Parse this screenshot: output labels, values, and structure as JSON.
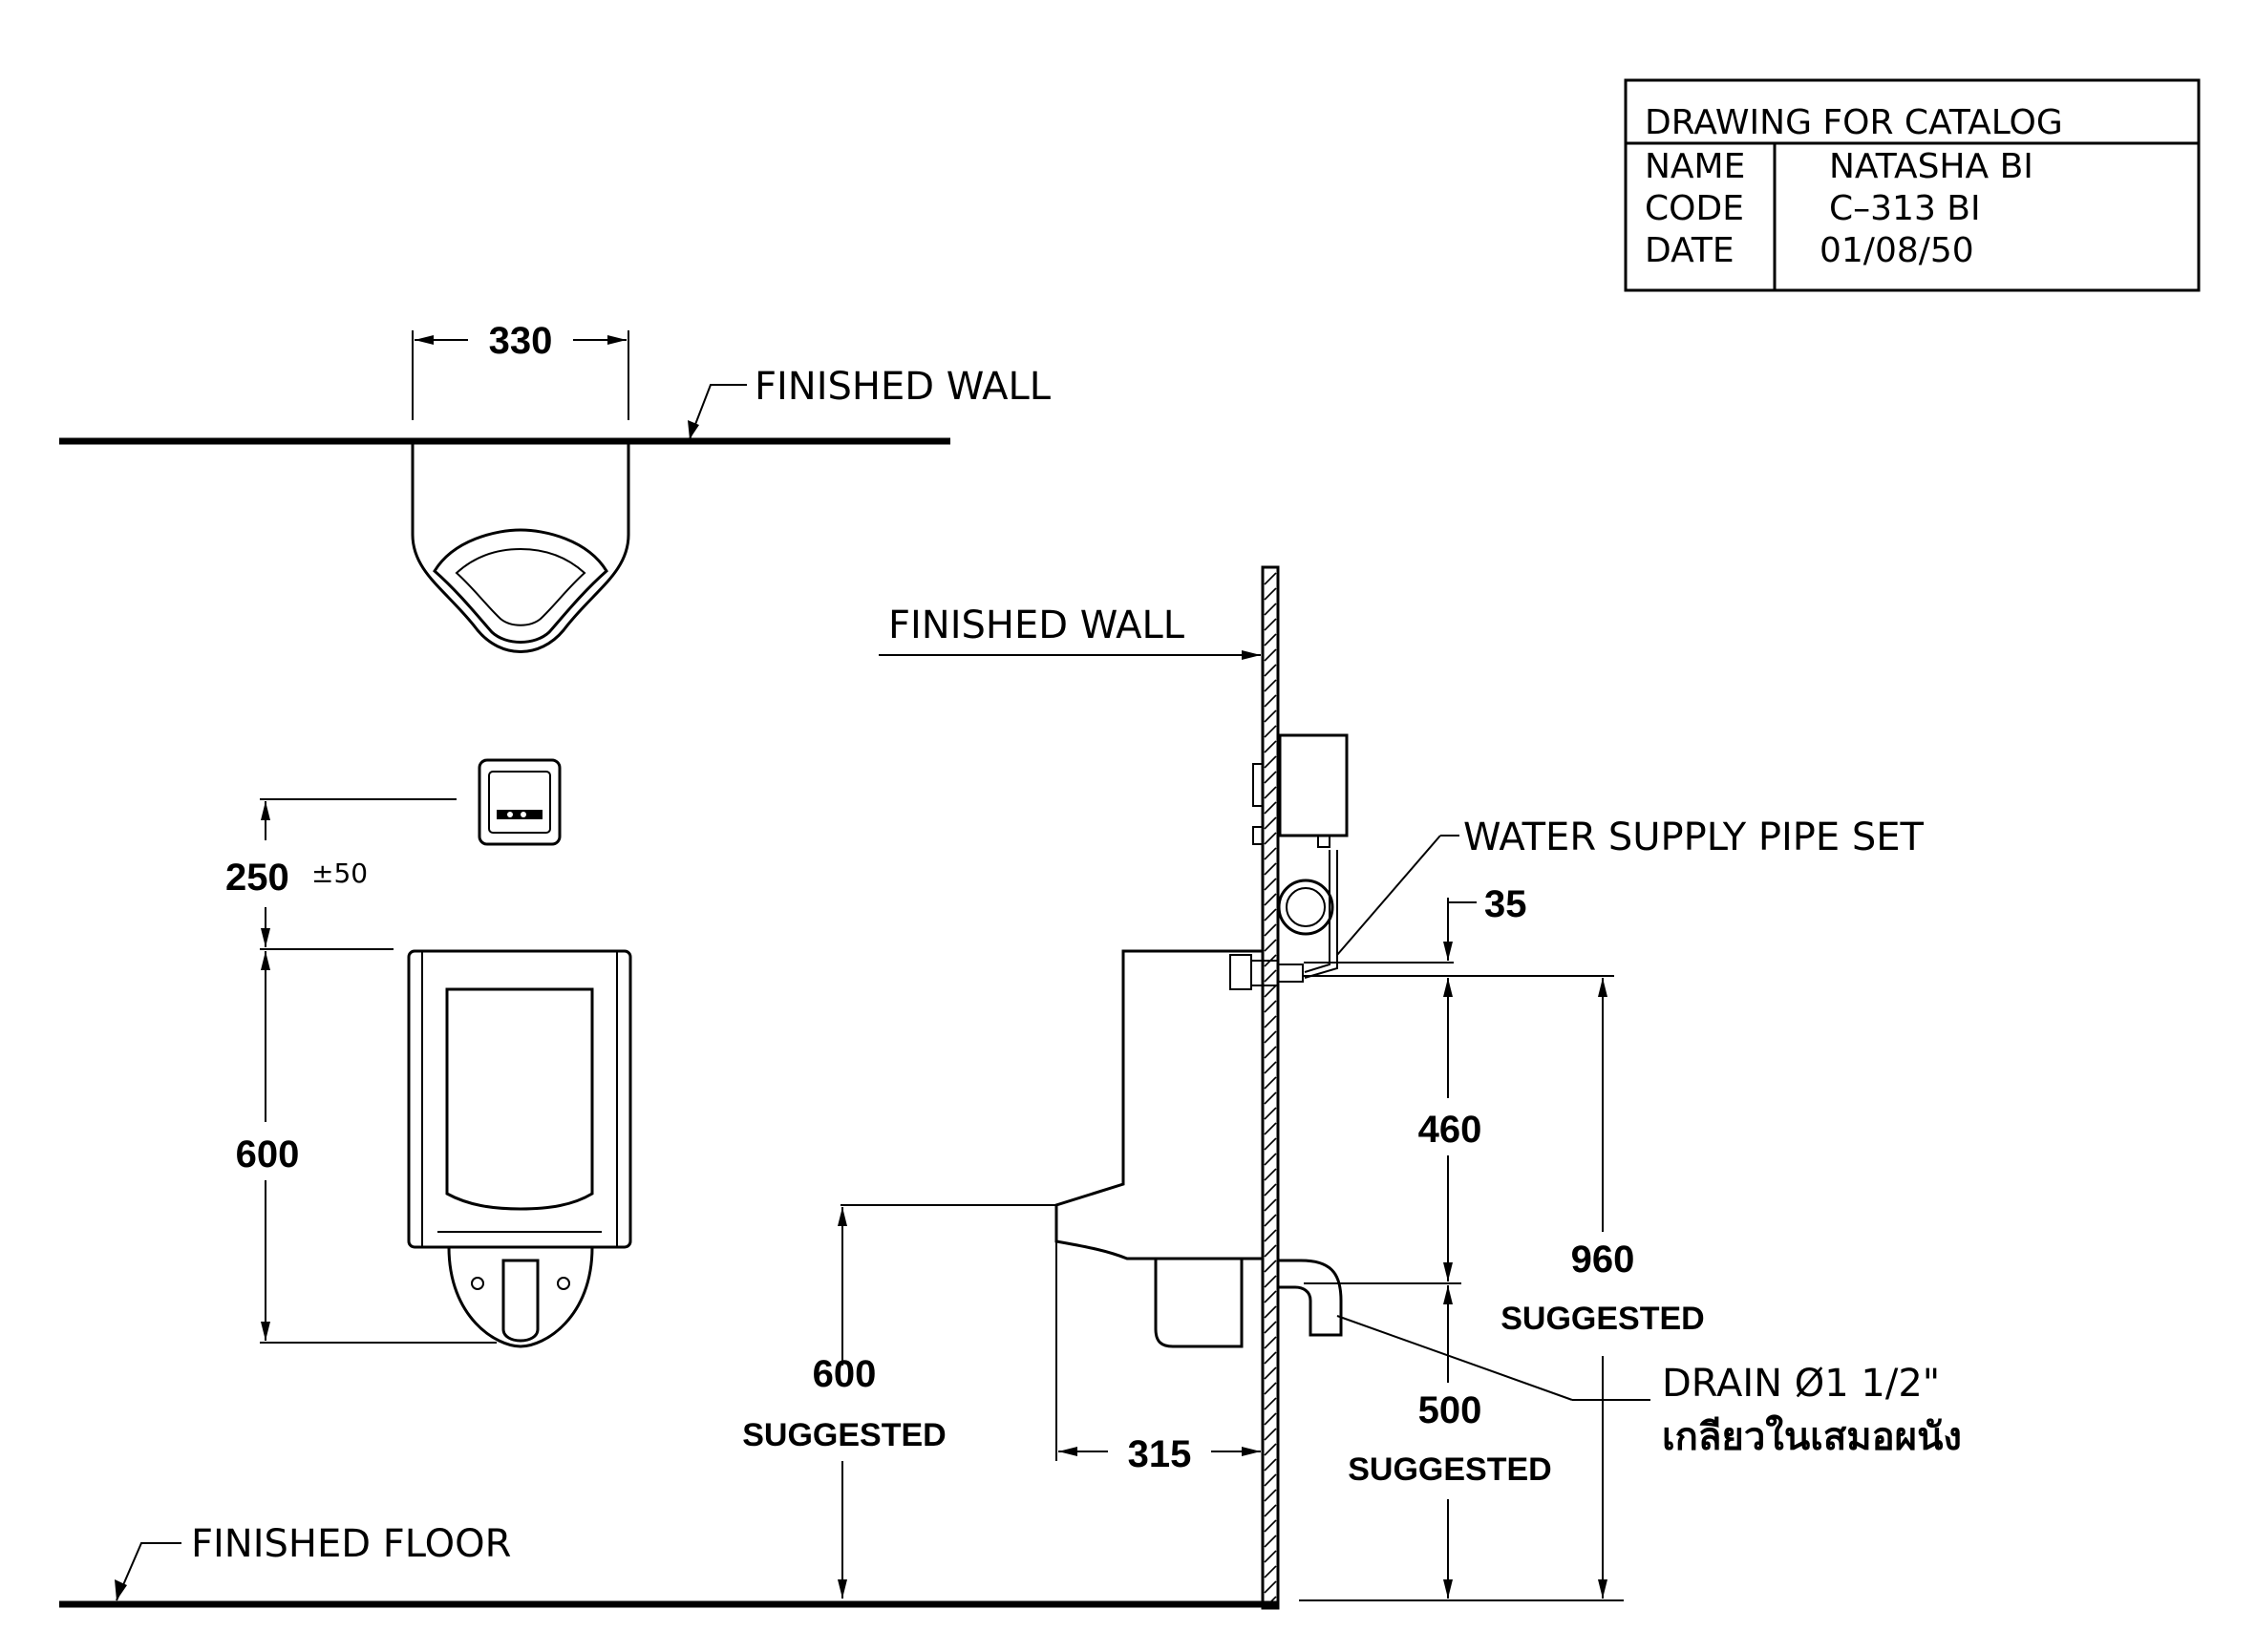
{
  "title_block": {
    "heading": "DRAWING  FOR  CATALOG",
    "rows": [
      {
        "label": "NAME",
        "value": "NATASHA    BI"
      },
      {
        "label": "CODE",
        "value": "C–313  BI"
      },
      {
        "label": "DATE",
        "value": "01/08/50"
      }
    ]
  },
  "labels": {
    "finished_wall_top": "FINISHED  WALL",
    "finished_wall_side": "FINISHED  WALL",
    "water_supply": "WATER  SUPPLY  PIPE  SET",
    "finished_floor": "FINISHED  FLOOR",
    "drain": "DRAIN  Ø1 1/2\"",
    "drain_thai": "เกลียวในเสมอผนัง"
  },
  "dimensions": {
    "top_width": "330",
    "sensor_height": "250",
    "sensor_tolerance": "±50",
    "front_height": "600",
    "rim_height": "600",
    "rim_height_note": "SUGGESTED",
    "projection": "315",
    "pipe_offset": "35",
    "inlet_to_drain": "460",
    "total_height": "960",
    "total_height_note": "SUGGESTED",
    "drain_height": "500",
    "drain_height_note": "SUGGESTED"
  }
}
